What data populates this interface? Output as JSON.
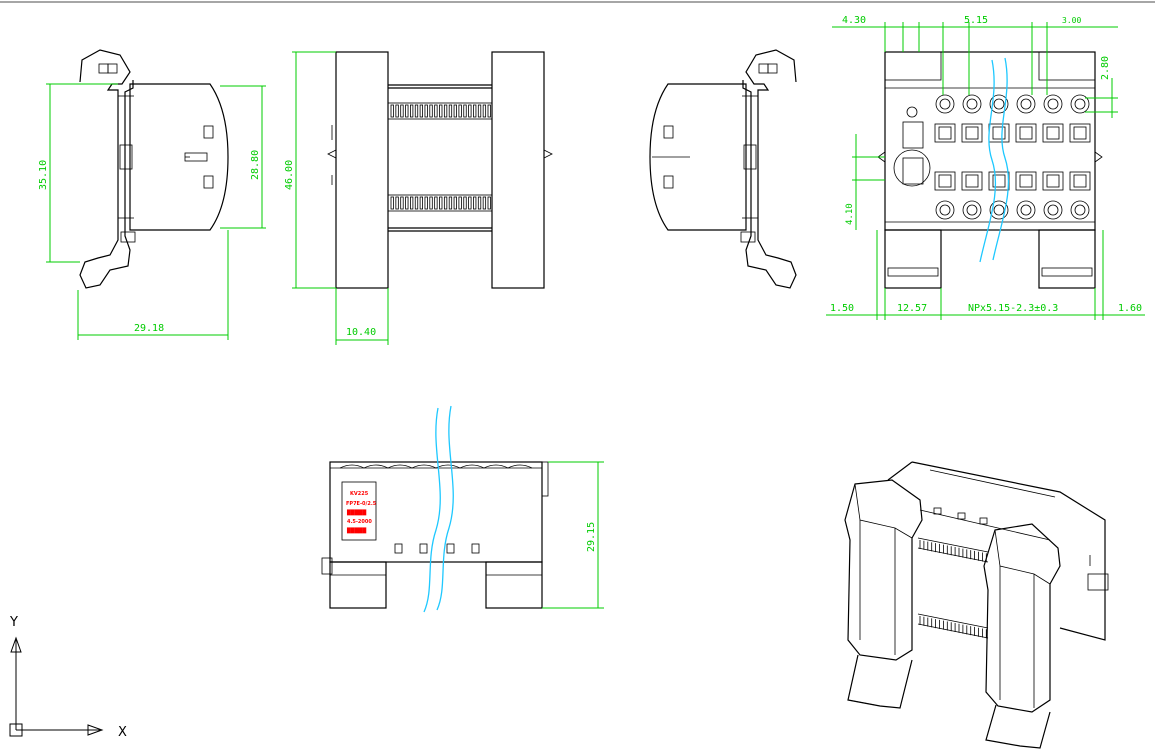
{
  "drawing": {
    "dimensions": {
      "side_height": "35.10",
      "side_inner_height": "28.80",
      "side_width": "29.18",
      "front_height": "46.00",
      "front_width": "10.40",
      "top_left_offset": "4.30",
      "top_pitch": "5.15",
      "top_right_small": "3.00",
      "top_vertical": "2.80",
      "top_left_vertical": "4.10",
      "bottom_left_margin": "1.50",
      "bottom_first": "12.57",
      "bottom_formula": "NPx5.15-2.3±0.3",
      "bottom_right_margin": "1.60",
      "elevation_height": "29.15"
    },
    "label_lines": [
      "KV225",
      "FP7E-0/2.5",
      "█████",
      "4.5-2000",
      "█████"
    ],
    "axes": {
      "x": "X",
      "y": "Y"
    },
    "colors": {
      "dimension": "#00cc00",
      "break_line": "#1ec8ff",
      "label": "#ff0000",
      "outline": "#000000"
    }
  }
}
